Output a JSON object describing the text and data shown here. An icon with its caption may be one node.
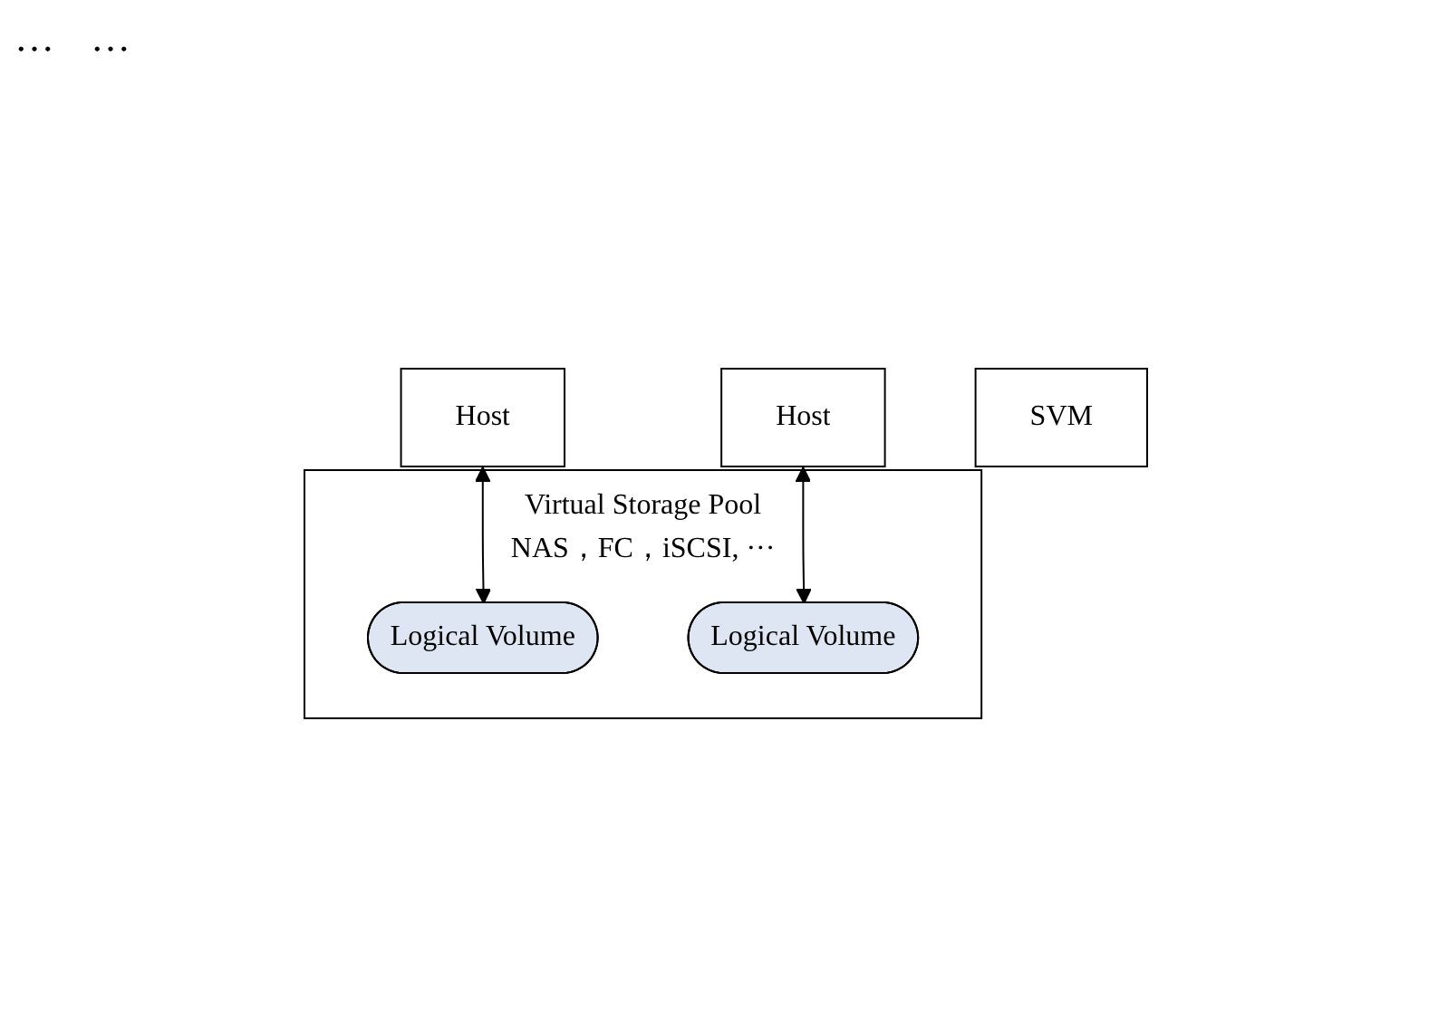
{
  "diagram": {
    "nodes": [
      {
        "text": [
          "Host"
        ]
      },
      {
        "text": [
          "Host"
        ]
      },
      {
        "text": [
          "SVM"
        ]
      },
      {
        "text": [
          "Virtual Storage Pool",
          "NAS，FC，iSCSI, ···"
        ]
      },
      {
        "text": [
          "Logical Volume"
        ],
        "in": 3
      },
      {
        "text": [
          "Logical Volume"
        ],
        "in": 3
      }
    ],
    "edges": [
      {
        "from": 0,
        "to": 4,
        "arrow": "both"
      },
      {
        "from": 1,
        "to": 5,
        "arrow": "both"
      }
    ],
    "labels": [
      "…",
      "…"
    ]
  }
}
